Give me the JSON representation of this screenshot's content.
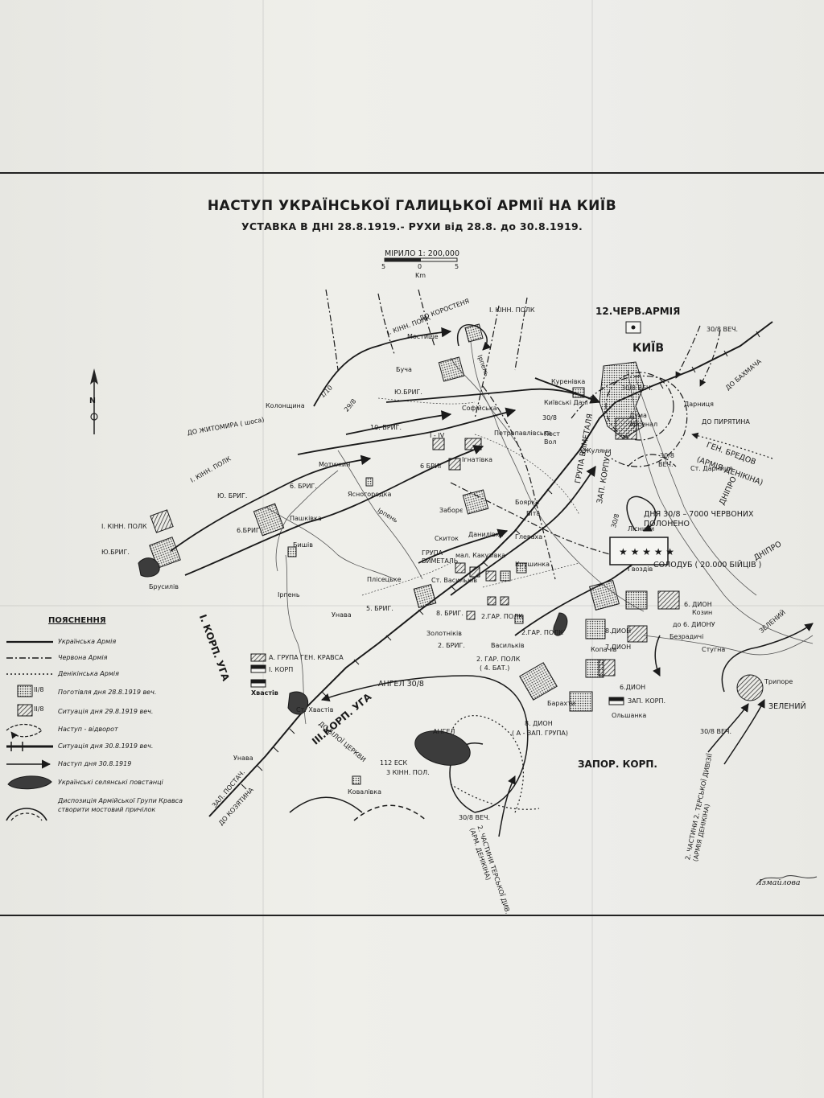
{
  "title": "НАСТУП УКРАЇНСЬКОЇ ГАЛИЦЬКОЇ АРМІЇ НА КИЇВ",
  "subtitle": "УСТАВКА В ДНІ 28.8.1919.- РУХИ від 28.8. до 30.8.1919.",
  "scale": {
    "label": "МІРИЛО 1: 200,000",
    "ticks": [
      "5",
      "0",
      "5"
    ],
    "unit": "Km"
  },
  "legend": {
    "title": "ПОЯСНЕННЯ",
    "items": [
      "Українська Армія",
      "Червона Армія",
      "Денікінська Армія",
      "Поготівля дня 28.8.1919 веч.",
      "Ситуація дня 29.8.1919 веч.",
      "Наступ - відворот",
      "Ситуація дня 30.8.1919 веч.",
      "Наступ дня 30.8.1919",
      "Українські селянські повстанці",
      "Диспозиція Армійської Групи Кравса створити мостовий причілок"
    ],
    "unit_markers": [
      "II/8",
      "II/8"
    ]
  },
  "labels": {
    "kyiv": "КИЇВ",
    "red_army_12": "12.ЧЕРВ.АРМІЯ",
    "evening_30_8_top": "30/8 ВЕЧ.",
    "to_bakhmach": "ДО БАХМАЧА",
    "to_pyriatyn": "ДО ПИРЯТИНА",
    "gen_bredov": "ГЕН. БРЕДОВ",
    "denikin_army": "(АРМІЯ ДЕНІКІНА)",
    "dnipro_1": "ДНІПРО",
    "dnipro_2": "ДНІПРО",
    "prisoners": "ДНЯ 30/8 – 7000 ЧЕРВОНИХ ПОЛОНЕНО",
    "solodub": "СОЛОДУБ ( 20.000 БІЙЦІВ )",
    "dion_6a": "6. ДИОН",
    "dion_6b": "6.ДИОН",
    "dion_7": "7.ДИОН",
    "dion_8": "8.ДИОН",
    "dion_8_b": "8. ДИОН",
    "to_dion_6": "до 6. ДИОНУ",
    "zeleny_1": "ЗЕЛЕНИЙ",
    "zeleny_2": "ЗЕЛЕНИЙ",
    "tripole": "Трипоре",
    "evening_30_8_right": "30/8 ВЕЧ.",
    "tersk_right": "2. ЧАСТИНИ 2. ТЕРСЬКОЇ ДИВІЗІЇ (АРМІЯ ДЕНІКІНА)",
    "tersk_bottom": "2. ЧАСТИНИ ТЕРСЬКОЇ ДИВ. (АРМ. ДЕНІКІНА)",
    "evening_30_8_bottom": "30/8 ВЕЧ.",
    "zapor_corps": "ЗАПОР. КОРП.",
    "zap_corps": "ЗАП. КОРП.",
    "zap_corps_vert": "ЗАП. КОРПУС",
    "vymetal_group_vert": "ГРУПА ВИМЕТАЛЯ",
    "vymetal_group": "ГРУПА ВИМЕТАЛЬ",
    "a_zap_group": "( А - ЗАП. ГРУПА)",
    "angel_1": "АНГЕЛ 30/8",
    "angel_2": "АНГЕЛ",
    "korp3": "III.КОРП. УГА",
    "korp1": "I. КОРП. УГА",
    "kravs_group": "А. ГРУПА ГЕН. КРАВСА",
    "korp1_small": "I. КОРП",
    "khvastiv": "Хвастів",
    "st_khvastiv": "Ст. Хвастів",
    "to_bila_tserkva": "ДО БІЛОЇ ЦЕРКВИ",
    "zal_postach": "ЗАЛ. ПОСТАЧ.",
    "to_koziatyn": "ДО КОЗЯТИНА",
    "unava_1": "Унава",
    "unava_2": "Унава",
    "esk_112": "112 ЕСК",
    "kinn_pol_3": "3 КІНН. ПОЛ.",
    "kovalivka": "Ковалівка",
    "brig_2": "2. БРИГ.",
    "brig_5": "5. БРИГ.",
    "brig_8": "8. БРИГ.",
    "brig_6a": "6.БРИГ.",
    "brig_6b": "6. БРИГ.",
    "brig_6c": "6 БРИГ",
    "brig_10a": "Ю.БРИГ.",
    "brig_10b": "Ю. БРИГ.",
    "brig_10c": "10. БРИГ.",
    "brig_10d": "Ю.БРИГ.",
    "gar_polk_a": "2.ГАР. ПОЛК",
    "gar_polk_b": "2.ГАР. ПОЛК",
    "gar_polk_c": "2. ГАР. ПОЛК",
    "bat_4": "( 4. БАТ.)",
    "kinn_polk_1a": "I. КІНН. ПОЛК",
    "kinn_polk_1b": "I. КІНН. ПОЛК",
    "kinn_polk_1c": "I. КІНН. ПОЛК",
    "kinn_polk_1d": "I. КІНН. ПОЛК",
    "to_korosten": "ДО КОРОСТЕНЯ",
    "to_zhytomyr": "ДО ЖИТОМИРА ( шоса)",
    "mostyshche": "Мостище",
    "bucha": "Буча",
    "irpen_1": "Ірпень",
    "irpen_2": "Ірпень",
    "irpen_3": "Ірпень",
    "kolonshchyna": "Колонщина",
    "motyzhyn": "Мотижин",
    "sofiyska": "Софійська",
    "petropavlivska": "Петропавлівська",
    "ihnativka": "Ігнатівка",
    "yasnohorodka": "Ясногородка",
    "pashkivka": "Пашківка",
    "byshiv": "Бишів",
    "brusyliv": "Брусилів",
    "kurenivka": "Куренівка",
    "kyivski_dachi": "Київські Дачі",
    "darnytsia": "Дарниця",
    "st_darnytsia": "Ст. Дарниця",
    "duma": "Дума",
    "arsenal": "Арсенал",
    "post_vol": "Пост Вол",
    "zhuliany": "Жуляни",
    "boiarka": "Боярка",
    "vita": "Віта",
    "zaborie": "Заборє",
    "skytok": "Скиток",
    "danylivka": "Данилівка",
    "hlevakha": "Глеваха",
    "mal_kakuzivka": "мал. Какузівка",
    "plisetske": "Плісецьке",
    "st_vasylkiv": "Ст. Васильків",
    "krushynka": "Крушинка",
    "zolotnivka": "Золотніків",
    "vasylkiv": "Васильків",
    "hvozdiv": "Гвоздів",
    "lisnyky": "Лісники",
    "kozyn": "Козин",
    "bezradychi": "Безрадичі",
    "stuhna": "Стугна",
    "kopachiv": "Копачів",
    "barakhty": "Барахти",
    "olshanka": "Ольшанка",
    "date_30_8a": "30/8",
    "date_30_8b": "30/8",
    "date_30_8c": "30/8",
    "vech": "ВЕЧ.",
    "evening_30_8_kyiv": "30/8 ВЕЧ.",
    "date_29_8": "29/8",
    "unit_1_10": "1/10",
    "brig_1_4": "I - IV",
    "signature": "Ізмайлова"
  },
  "north": "N"
}
